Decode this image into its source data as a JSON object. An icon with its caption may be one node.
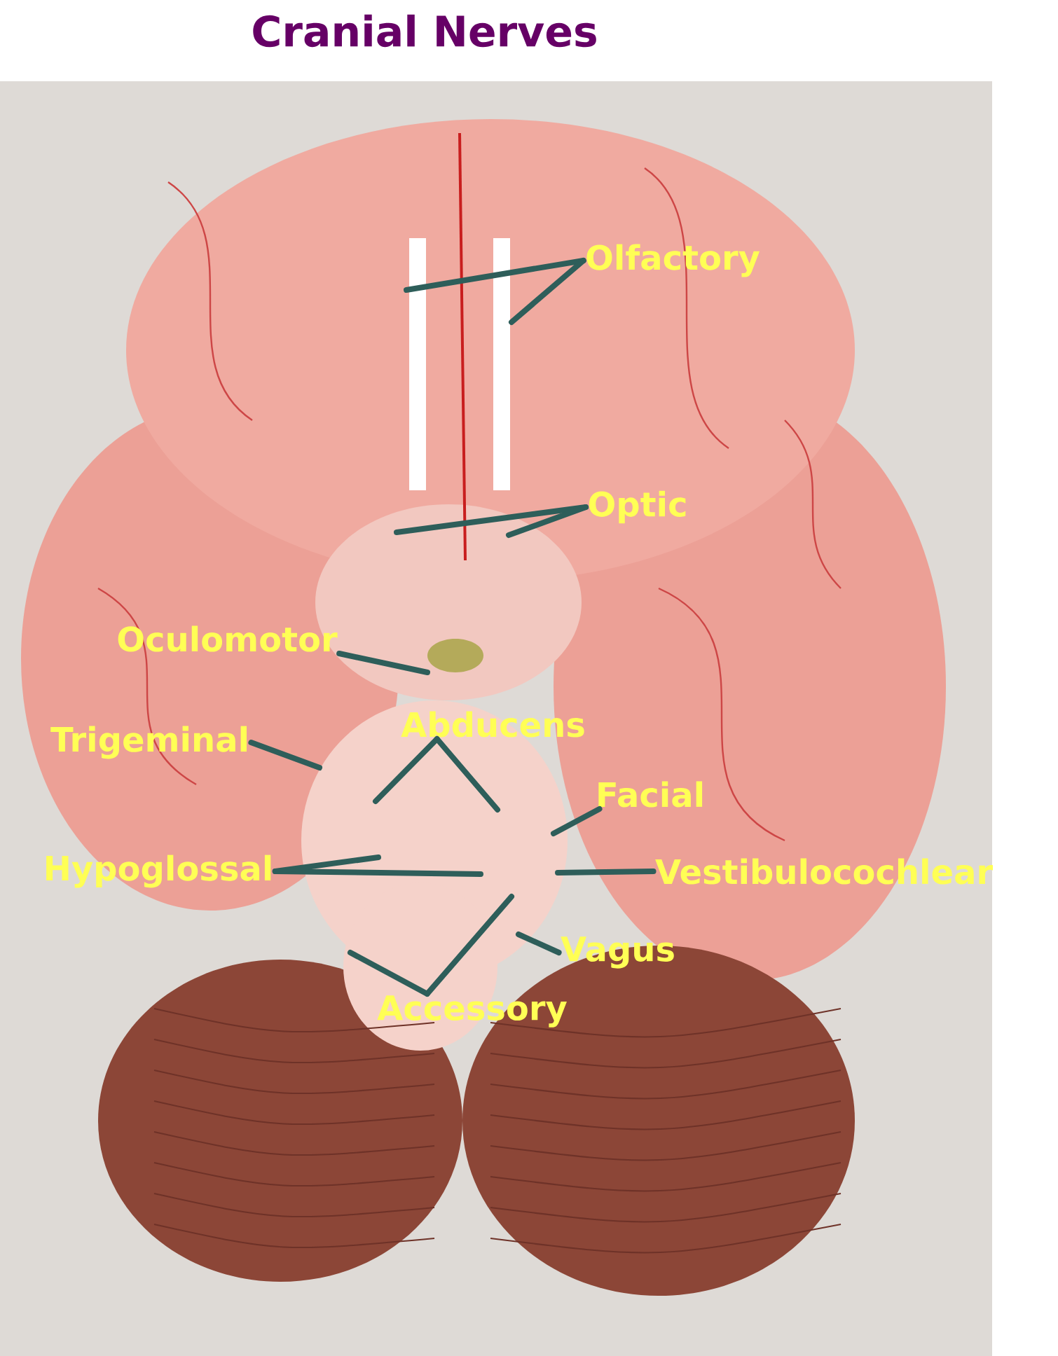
{
  "diagram": {
    "title": "Cranial Nerves",
    "nodes": [
      {
        "text": [
          "Olfactory"
        ]
      },
      {
        "text": [
          "Optic"
        ]
      },
      {
        "text": [
          "Oculomotor"
        ]
      },
      {
        "text": [
          "Trigeminal"
        ]
      },
      {
        "text": [
          "Abducens"
        ]
      },
      {
        "text": [
          "Facial"
        ]
      },
      {
        "text": [
          "Hypoglossal"
        ]
      },
      {
        "text": [
          "Vestibulocochlear"
        ]
      },
      {
        "text": [
          "Vagus"
        ]
      },
      {
        "text": [
          "Accessory"
        ]
      }
    ],
    "edges": [
      {
        "from": 0,
        "to": null,
        "arrow": "none"
      },
      {
        "from": 0,
        "to": null,
        "arrow": "none"
      },
      {
        "from": 1,
        "to": null,
        "arrow": "none"
      },
      {
        "from": 1,
        "to": null,
        "arrow": "none"
      },
      {
        "from": 2,
        "to": null,
        "arrow": "none"
      },
      {
        "from": 3,
        "to": null,
        "arrow": "none"
      },
      {
        "from": 4,
        "to": null,
        "arrow": "none"
      },
      {
        "from": 4,
        "to": null,
        "arrow": "none"
      },
      {
        "from": 5,
        "to": null,
        "arrow": "none"
      },
      {
        "from": 6,
        "to": null,
        "arrow": "none"
      },
      {
        "from": 6,
        "to": null,
        "arrow": "none"
      },
      {
        "from": 7,
        "to": null,
        "arrow": "none"
      },
      {
        "from": 8,
        "to": null,
        "arrow": "none"
      },
      {
        "from": 9,
        "to": null,
        "arrow": "none"
      },
      {
        "from": 9,
        "to": null,
        "arrow": "none"
      }
    ]
  }
}
